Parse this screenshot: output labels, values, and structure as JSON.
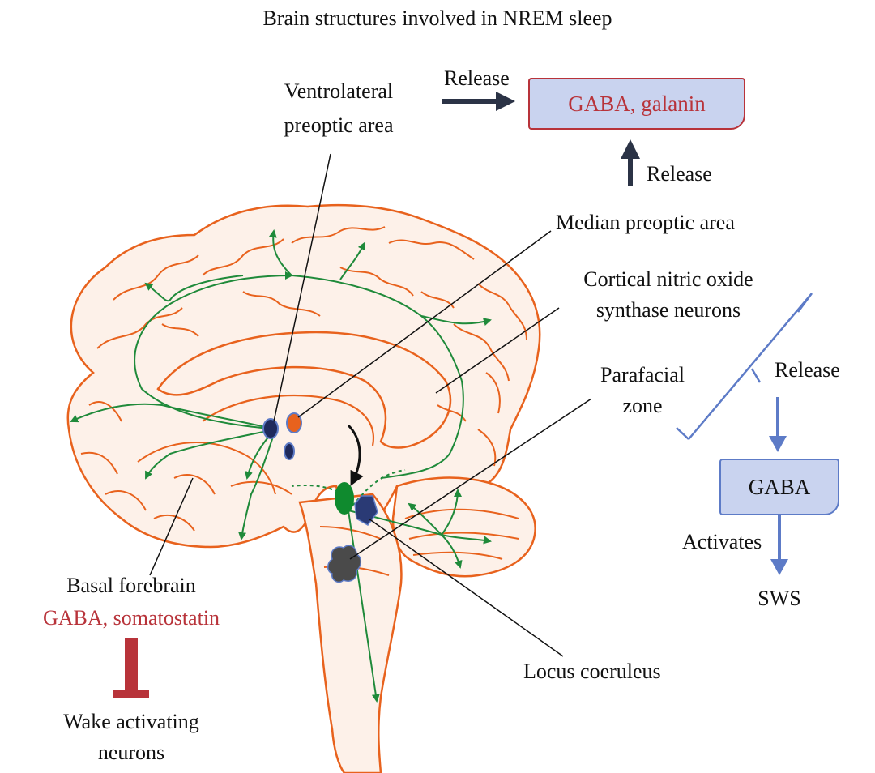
{
  "title": "Brain structures involved in NREM sleep",
  "labels": {
    "vlpo_line1": "Ventrolateral",
    "vlpo_line2": "preoptic area",
    "release_top": "Release",
    "release_right": "Release",
    "release_side": "Release",
    "gaba_galanin": "GABA, galanin",
    "median_preoptic": "Median preoptic area",
    "cortical_line1": "Cortical nitric oxide",
    "cortical_line2": "synthase neurons",
    "parafacial_line1": "Parafacial",
    "parafacial_line2": "zone",
    "gaba_box": "GABA",
    "activates": "Activates",
    "sws": "SWS",
    "basal_forebrain": "Basal forebrain",
    "basal_chem": "GABA, somatostatin",
    "wake_line1": "Wake activating",
    "wake_line2": "neurons",
    "locus": "Locus coeruleus"
  },
  "colors": {
    "brain_outline": "#e8621d",
    "brain_fill": "#fdf1e9",
    "pathway_green": "#1f8a3a",
    "accent_red": "#b8333a",
    "accent_blue": "#5d7bc7",
    "box_fill": "#c9d3ef",
    "dark_arrow": "#2b3346"
  }
}
